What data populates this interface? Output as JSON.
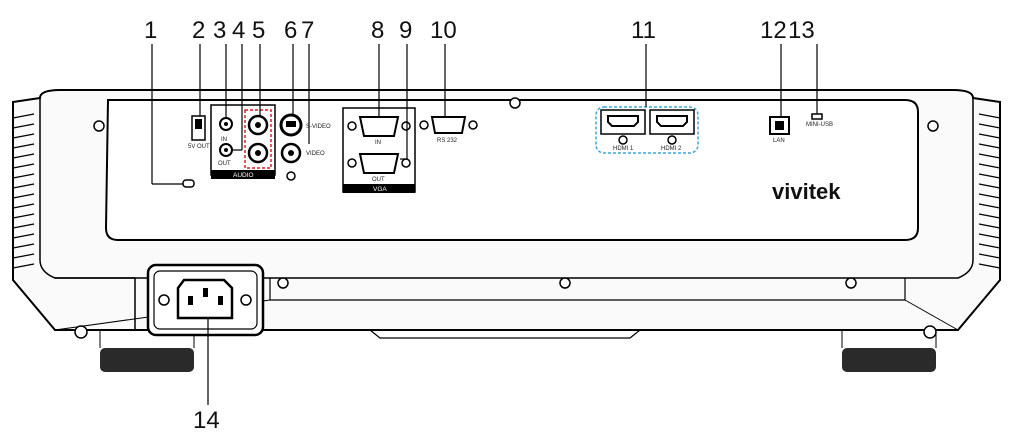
{
  "callouts": [
    "1",
    "2",
    "3",
    "4",
    "5",
    "6",
    "7",
    "8",
    "9",
    "10",
    "11",
    "12",
    "13",
    "14"
  ],
  "labels": {
    "five_v_out": "5V OUT",
    "in": "IN",
    "out": "OUT",
    "audio": "AUDIO",
    "s_video": "S-VIDEO",
    "video": "VIDEO",
    "vga_in": "IN",
    "vga_out": "OUT",
    "vga": "VGA",
    "rs232": "RS 232",
    "hdmi1": "HDMI 1",
    "hdmi2": "HDMI 2",
    "lan": "LAN",
    "mini_usb": "MINI-USB"
  },
  "brand": "vivitek",
  "colors": {
    "body": "#1a1a1a",
    "panel": "#ffffff",
    "highlight_hdmi": "#3aa7d8",
    "highlight_audio": "#d82020",
    "line": "#000000"
  }
}
